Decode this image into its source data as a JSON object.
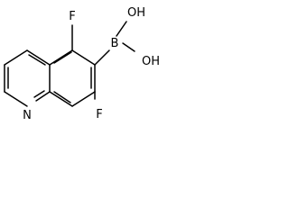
{
  "molecule": {
    "atoms": {
      "fluorine_top": "F",
      "fluorine_bottom": "F",
      "nitrogen": "N",
      "boron": "B",
      "hydroxyl_top": "OH",
      "hydroxyl_right": "OH"
    },
    "colors": {
      "bond": "#000000",
      "label": "#000000",
      "background": "#ffffff"
    }
  }
}
